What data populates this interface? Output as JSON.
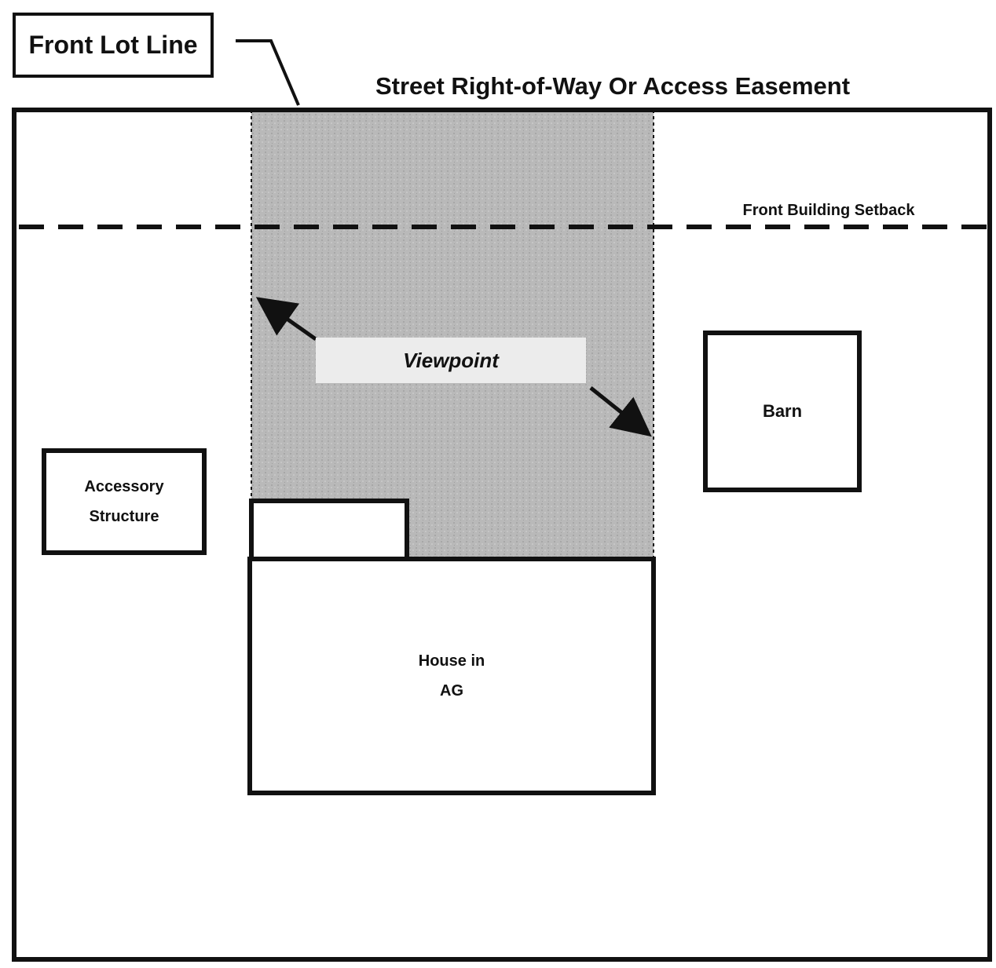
{
  "labels": {
    "front_lot_line": "Front Lot Line",
    "street": "Street Right-of-Way Or Access Easement",
    "front_setback": "Front Building Setback",
    "viewpoint": "Viewpoint"
  },
  "structures": {
    "accessory_line1": "Accessory",
    "accessory_line2": "Structure",
    "barn": "Barn",
    "house_line1": "House in",
    "house_line2": "AG"
  },
  "colors": {
    "line": "#111111",
    "viewpoint_zone_fill": "#b7b7b7",
    "viewpoint_label_fill": "#ececec",
    "background": "#ffffff"
  }
}
